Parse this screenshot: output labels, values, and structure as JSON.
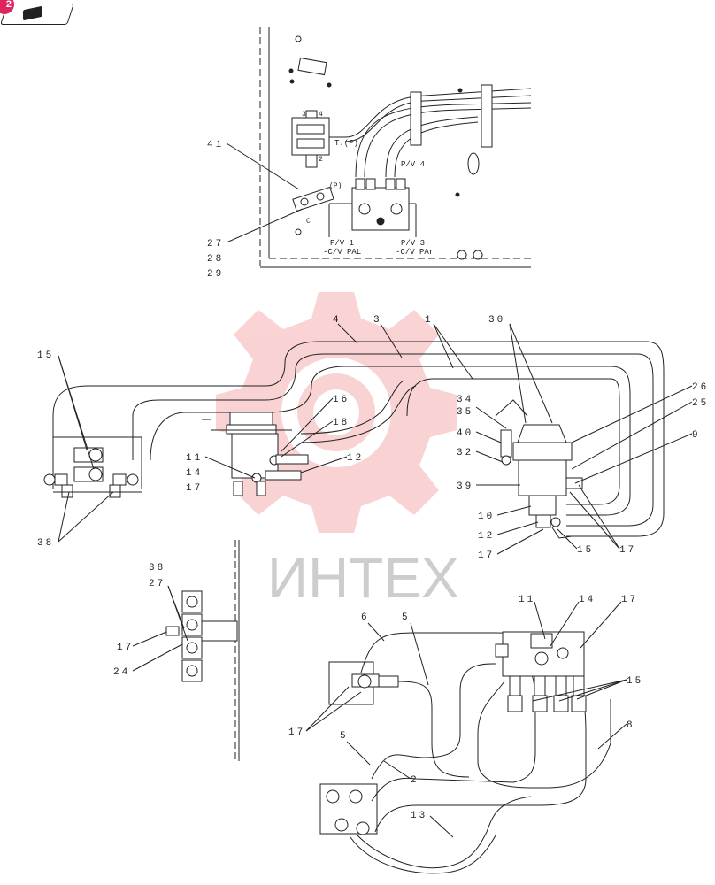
{
  "toolbar": {
    "badge": "2",
    "book_icon": "book-icon"
  },
  "watermark": "ИНТЕХ",
  "callouts": {
    "c41": "41",
    "c27a": "27",
    "c28": "28",
    "c29": "29",
    "c4": "4",
    "c3": "3",
    "c1": "1",
    "c30": "30",
    "c15a": "15",
    "c16": "16",
    "c18": "18",
    "c34": "34",
    "c35": "35",
    "c26": "26",
    "c25": "25",
    "c40": "40",
    "c9": "9",
    "c11a": "11",
    "c14a": "14",
    "c17a": "17",
    "c12a": "12",
    "c32": "32",
    "c39": "39",
    "c38a": "38",
    "c10": "10",
    "c12b": "12",
    "c17b": "17",
    "c15b": "15",
    "c17c": "17",
    "c38b": "38",
    "c27b": "27",
    "c17d": "17",
    "c24": "24",
    "c6": "6",
    "c5a": "5",
    "c11b": "11",
    "c14b": "14",
    "c17e": "17",
    "c15c": "15",
    "c17f": "17",
    "c8": "8",
    "c5b": "5",
    "c2": "2",
    "c13": "13"
  },
  "labels": {
    "t_p": "T.(P)",
    "pv4": "P/V 4",
    "p_small": "(P)",
    "pv1": "P/V 1",
    "cv_pal": "-C/V PAL",
    "pv3": "P/V 3",
    "cv_par": "-C/V PAr",
    "n3": "3",
    "n4": "4",
    "n2": "2",
    "c_letter": "C"
  }
}
